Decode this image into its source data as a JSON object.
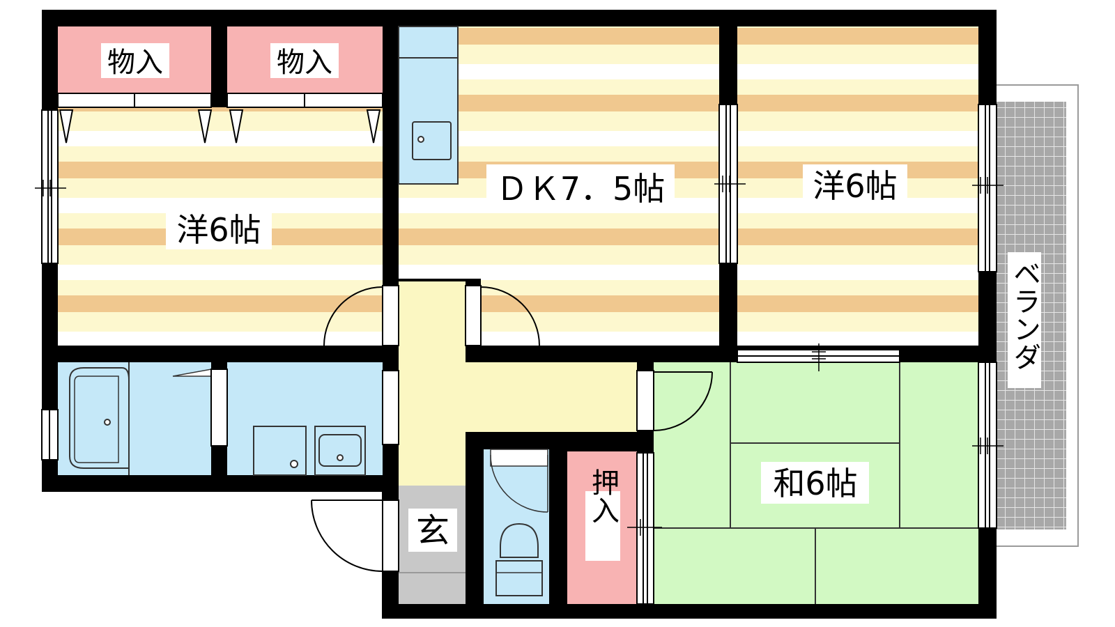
{
  "rooms": {
    "western_left": "洋6帖",
    "dk": "ＤＫ7．5帖",
    "western_right": "洋6帖",
    "japanese": "和6帖"
  },
  "storage": {
    "closet_1": "物入",
    "closet_2": "物入",
    "oshiire": "押入"
  },
  "entrance": "玄",
  "veranda": "ベランダ",
  "colors": {
    "wall": "#000000",
    "flooring_light": "#fdf8cf",
    "flooring_stripe": "#f0c88f",
    "storage": "#f8b3b3",
    "wet_area": "#c5e8f8",
    "tatami": "#d2f9c3",
    "hall": "#fbf7c2",
    "genkan": "#c8c8c8",
    "veranda_grid": "#a8a8a8"
  }
}
